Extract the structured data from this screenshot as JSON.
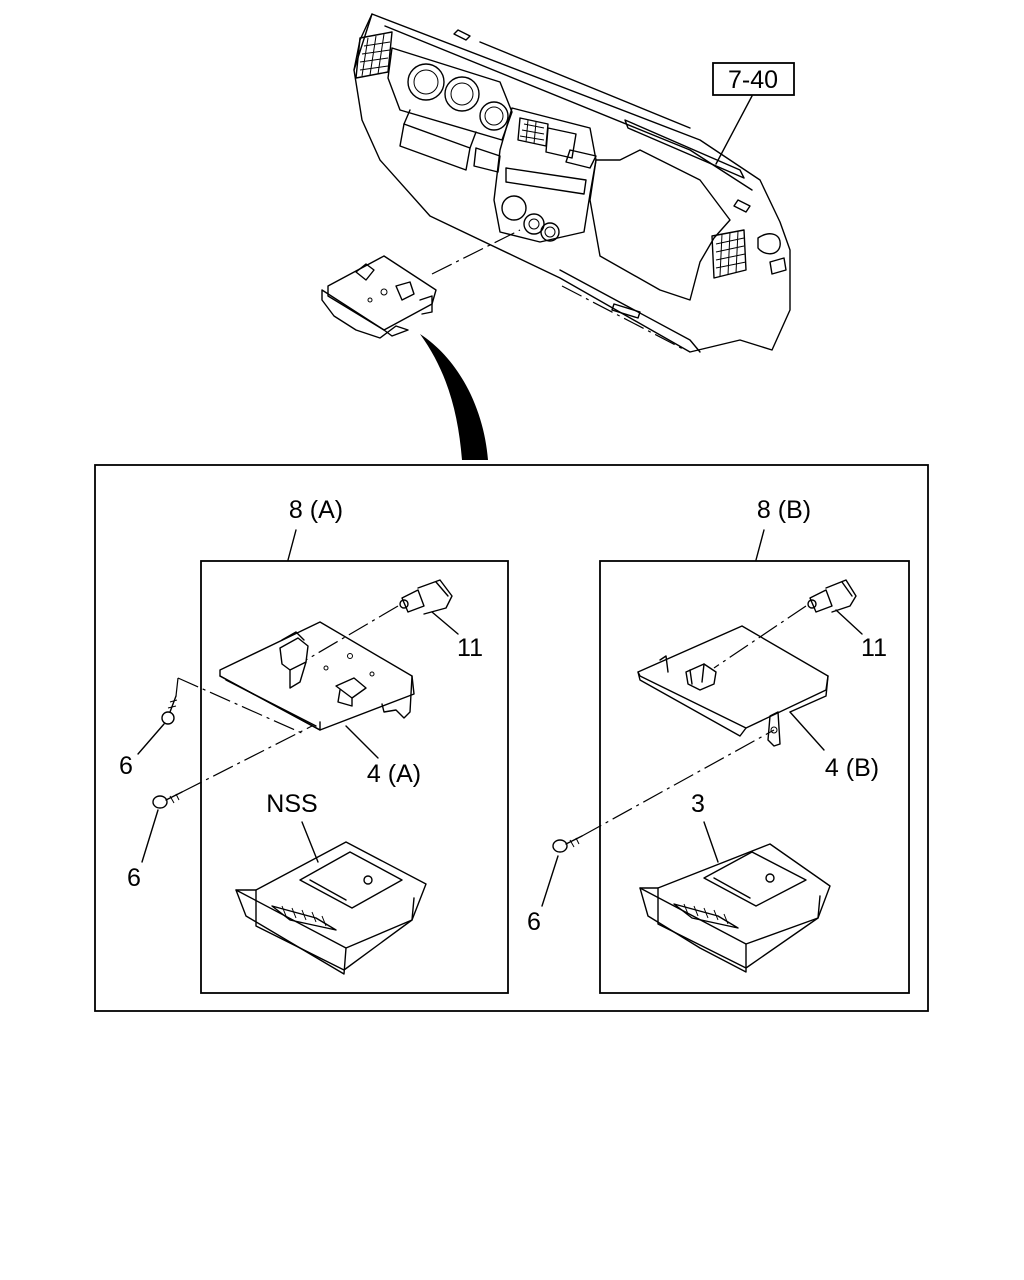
{
  "reference_label": "7-40",
  "labels": {
    "group_a": "8 (A)",
    "group_b": "8 (B)",
    "bulb_a": "11",
    "bulb_b": "11",
    "holder_a": "4 (A)",
    "holder_b": "4 (B)",
    "screw_a_upper": "6",
    "screw_a_lower": "6",
    "screw_b": "6",
    "box_a": "NSS",
    "box_b": "3"
  }
}
